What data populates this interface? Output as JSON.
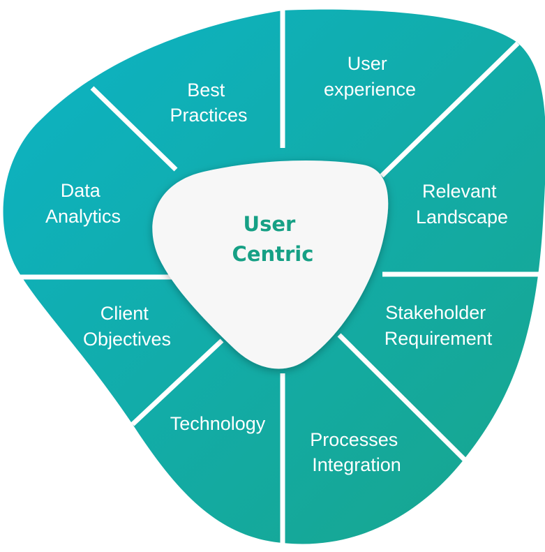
{
  "colors": {
    "gradient_start": "#0cb3c5",
    "gradient_end": "#18a58c",
    "divider": "#ffffff",
    "center_fill": "#f7f7f7",
    "center_text": "#16a085"
  },
  "center": {
    "line1": "User",
    "line2": "Centric"
  },
  "segments": [
    {
      "key": "best-practices",
      "line1": "Best",
      "line2": "Practices"
    },
    {
      "key": "user-experience",
      "line1": "User",
      "line2": "experience"
    },
    {
      "key": "relevant-landscape",
      "line1": "Relevant",
      "line2": "Landscape"
    },
    {
      "key": "stakeholder-requirement",
      "line1": "Stakeholder",
      "line2": "Requirement"
    },
    {
      "key": "processes-integration",
      "line1": "Processes",
      "line2": "Integration"
    },
    {
      "key": "technology",
      "line1": "Technology",
      "line2": ""
    },
    {
      "key": "client-objectives",
      "line1": "Client",
      "line2": "Objectives"
    },
    {
      "key": "data-analytics",
      "line1": "Data",
      "line2": "Analytics"
    }
  ]
}
